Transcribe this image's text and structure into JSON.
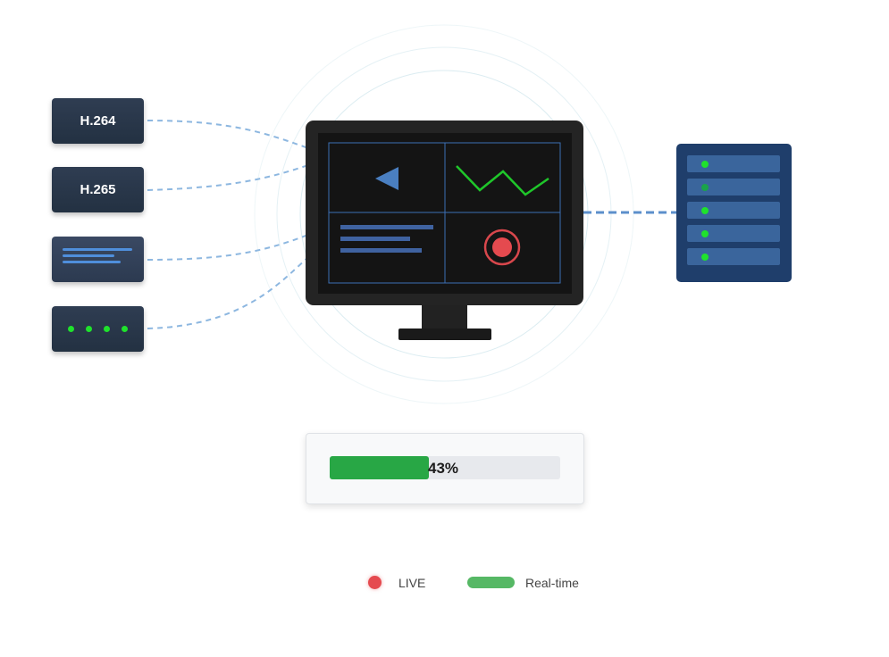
{
  "sources": {
    "codec_1": "H.264",
    "codec_2": "H.265",
    "item_3_icon": "text-lines-icon",
    "item_4_icon": "dots-icon"
  },
  "monitor": {
    "panels": [
      "play-icon",
      "waveform-icon",
      "text-lines-icon",
      "record-icon"
    ]
  },
  "server": {
    "icon": "server-rack-icon",
    "slots": 5
  },
  "progress": {
    "value": 0.43,
    "label": "43%"
  },
  "legend": {
    "live_label": "LIVE",
    "realtime_label": "Real-time"
  },
  "colors": {
    "accent_blue": "#4f8fdc",
    "progress_green": "#28a745",
    "live_red": "#e54a4f",
    "status_green": "#1fe22c"
  }
}
